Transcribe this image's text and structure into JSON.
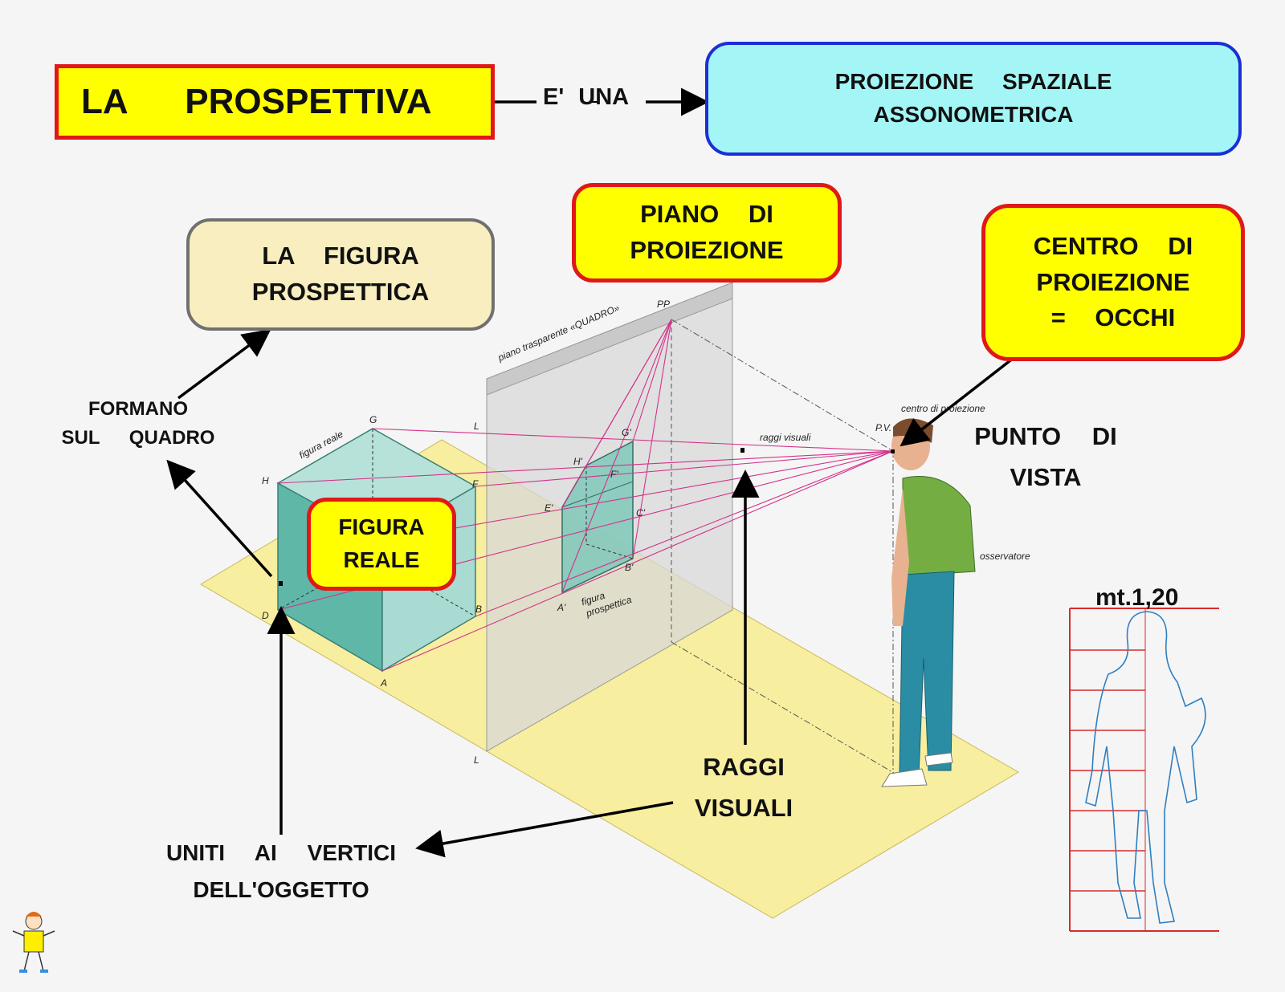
{
  "title": {
    "line1": "LA PROSPETTIVA"
  },
  "connector": {
    "label": "E' UNA"
  },
  "definition": {
    "line1": "PROIEZIONE SPAZIALE",
    "line2": "ASSONOMETRICA"
  },
  "figura_prospettica": {
    "line1": "LA FIGURA",
    "line2": "PROSPETTICA"
  },
  "piano_proiezione": {
    "line1": "PIANO DI",
    "line2": "PROIEZIONE"
  },
  "centro_proiezione": {
    "line1": "CENTRO DI",
    "line2": "PROIEZIONE",
    "line3": "= OCCHI"
  },
  "figura_reale": {
    "line1": "FIGURA",
    "line2": "REALE"
  },
  "formano": {
    "line1": "FORMANO",
    "line2": "SUL QUADRO"
  },
  "punto_vista": {
    "line1": "PUNTO DI",
    "line2": "VISTA"
  },
  "raggi": {
    "line1": "RAGGI",
    "line2": "VISUALI"
  },
  "uniti": {
    "line1": "UNITI AI VERTICI",
    "line2": "DELL'OGGETTO"
  },
  "scale": {
    "label": "mt.1,20"
  },
  "illustration": {
    "plane_label": "piano trasparente «QUADRO»",
    "pp": "PP",
    "pv": "P.V.",
    "centro": "centro di proiezione",
    "raggi_small": "raggi visuali",
    "osservatore": "osservatore",
    "figura_reale_small": "figura reale",
    "figura_prosp_small_1": "figura",
    "figura_prosp_small_2": "prospettica",
    "vertices": {
      "G": "G",
      "H": "H",
      "F": "F",
      "D": "D",
      "B": "B",
      "A": "A",
      "L1": "L",
      "L2": "L",
      "G2": "G'",
      "H2": "H'",
      "F2": "F'",
      "E2": "E'",
      "C2": "C'",
      "B2": "B'",
      "A2": "A'"
    }
  },
  "colors": {
    "yellow": "#ffff00",
    "red": "#e01818",
    "cyan": "#a4f6f6",
    "blue": "#1b2fd6",
    "cream": "#f8eebf",
    "ray": "#d2338a",
    "cube": "#6dbfb0"
  }
}
